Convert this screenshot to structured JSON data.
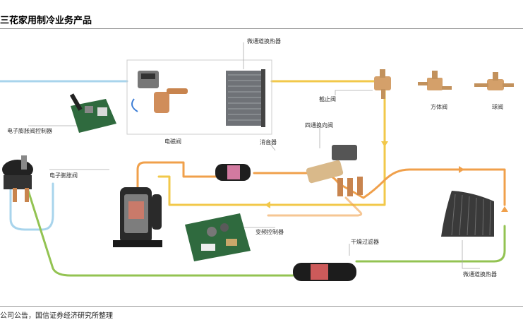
{
  "title": "三花家用制冷业务产品",
  "source": "公司公告，国信证券经济研究所整理",
  "labels": {
    "micro_hx_top": "微通道换热器",
    "stop_valve": "截止阀",
    "square_valve": "方体阀",
    "ball_valve": "球阀",
    "exv_controller": "电子膨胀阀控制器",
    "solenoid_valve": "电磁阀",
    "muffler": "消音器",
    "four_way_valve": "四通换向阀",
    "exv": "电子膨胀阀",
    "inverter_controller": "变频控制器",
    "filter_drier": "干燥过滤器",
    "micro_hx_bottom": "微通道换热器"
  },
  "colors": {
    "orange_pipe": "#f0a04b",
    "yellow_pipe": "#f2c84a",
    "green_pipe": "#93c352",
    "blue_pipe": "#a8d4ec"
  }
}
